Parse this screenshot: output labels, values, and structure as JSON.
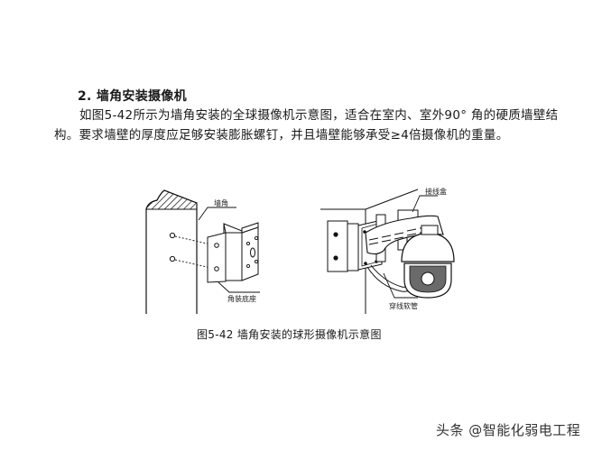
{
  "section": {
    "heading": "2. 墙角安装摄像机",
    "paragraph": "如图5-42所示为墙角安装的全球摄像机示意图，适合在室内、室外90° 角的硬质墙壁结构。要求墙壁的厚度应足够安装膨胀螺钉，并且墙壁能够承受≥4倍摄像机的重量。"
  },
  "figure": {
    "left_labels": {
      "wall_corner": "墙角",
      "corner_base": "角装底座"
    },
    "right_labels": {
      "junction_box": "接线盒",
      "conduit": "穿线软管"
    },
    "caption": "图5-42  墙角安装的球形摄像机示意图"
  },
  "watermark": "头条 @智能化弱电工程"
}
